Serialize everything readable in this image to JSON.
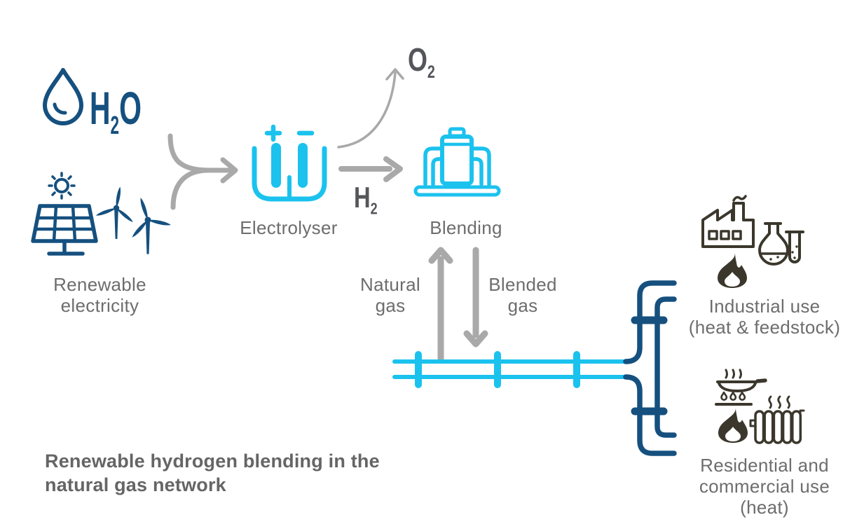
{
  "diagram": {
    "caption": "Renewable hydrogen blending in the natural gas network",
    "labels": {
      "h2o": {
        "main1": "H",
        "sub": "2",
        "main2": "O"
      },
      "renewable": {
        "line1": "Renewable",
        "line2": "electricity"
      },
      "electrolyser": "Electrolyser",
      "electrolyser_plus": "+",
      "electrolyser_minus": "−",
      "o2": {
        "main": "O",
        "sub": "2"
      },
      "h2": {
        "main": "H",
        "sub": "2"
      },
      "blending": "Blending",
      "natural_gas": {
        "line1": "Natural",
        "line2": "gas"
      },
      "blended_gas": {
        "line1": "Blended",
        "line2": "gas"
      },
      "industrial": {
        "line1": "Industrial use",
        "line2": "(heat & feedstock)"
      },
      "residential": {
        "line1": "Residential and",
        "line2": "commercial use",
        "line3": "(heat)"
      }
    },
    "colors": {
      "dark_blue": "#15507f",
      "cyan": "#1bc2ee",
      "arrow_gray": "#a9a9a9",
      "label_gray": "#6d6d6d",
      "formula_gray": "#55565a",
      "icon_dark": "#3b372c",
      "background": "#ffffff"
    },
    "icons": [
      "water-drop-icon",
      "sun-icon",
      "solar-panel-icon",
      "wind-turbines-icon",
      "electrolyser-icon",
      "plus-sign-icon",
      "minus-sign-icon",
      "merge-arrow",
      "o2-arrow",
      "h2-arrow",
      "blending-plant-icon",
      "natural-gas-arrow",
      "blended-gas-arrow",
      "pipeline",
      "distribution-pipe",
      "factory-icon",
      "flame-icon",
      "chemistry-flasks-icon",
      "cooking-pan-icon",
      "radiator-icon"
    ]
  }
}
